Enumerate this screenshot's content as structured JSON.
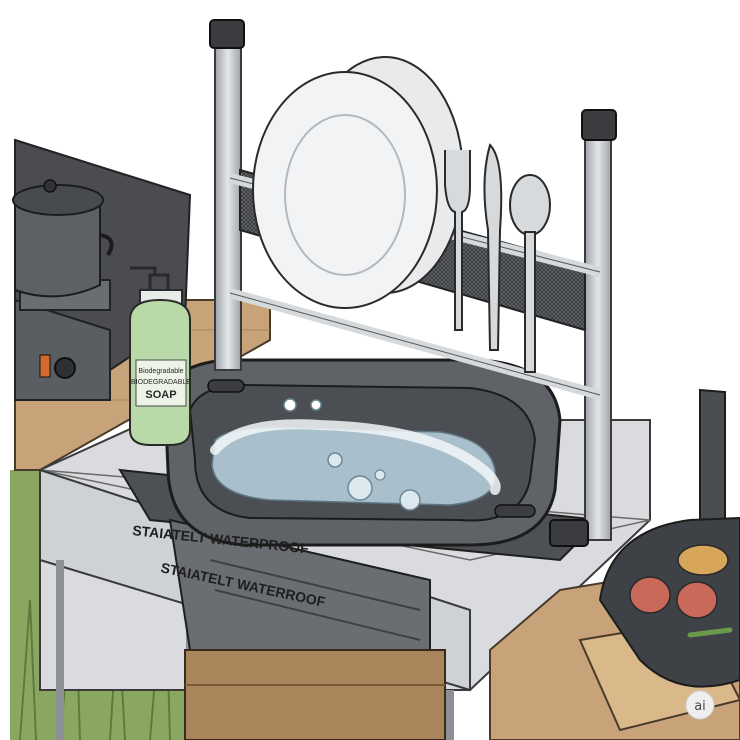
{
  "scene": {
    "soap_label": {
      "line1": "Biodegradable",
      "line2": "BIODEGRADABLE",
      "line3": "SOAP"
    },
    "sink_front_text_1": "STAIATELT WATERPROOF",
    "sink_front_text_2": "STAIATELT WATERROOF",
    "ai_badge": "ai"
  },
  "colors": {
    "frame_metal": "#c9ccd0",
    "basin_gray": "#5f6266",
    "water_blue": "#9fb6c3",
    "soap_green": "#b9d9a8",
    "counter_wood": "#c8a37a",
    "grass": "#7d9a55"
  }
}
